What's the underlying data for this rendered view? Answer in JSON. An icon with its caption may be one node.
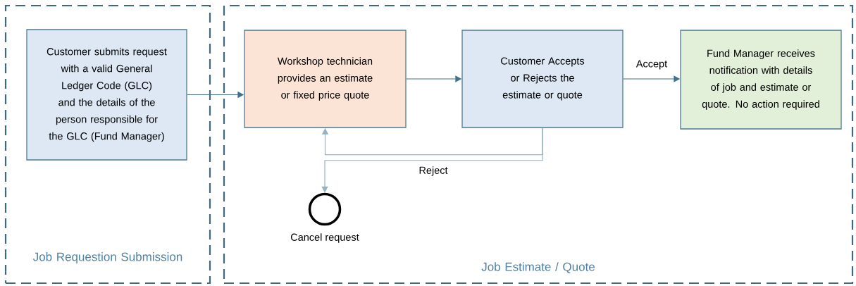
{
  "diagram": {
    "nodes": [
      {
        "text": [
          "Job Requestion Submission"
        ]
      },
      {
        "text": [
          "Job Estimate / Quote"
        ]
      },
      {
        "text": [
          "Customer submits request with a valid General Ledger Code (GLC) and the details of the person responsible for the GLC (Fund Manager)"
        ],
        "in": 0
      },
      {
        "text": [
          "Workshop technician provides an estimate or fixed price quote"
        ],
        "in": 1
      },
      {
        "text": [
          "Customer Accepts or Rejects the estimate or quote"
        ],
        "in": 1
      },
      {
        "text": [
          "Fund Manager receives notification with details of job and estimate or quote. No action required"
        ],
        "in": 1
      },
      {
        "text": [],
        "shape": "circle",
        "beside": [
          "Cancel request"
        ],
        "in": 1
      }
    ],
    "edges": [
      {
        "from": 2,
        "to": 3,
        "arrow": "to"
      },
      {
        "from": 3,
        "to": 4,
        "arrow": "to"
      },
      {
        "from": 4,
        "to": 5,
        "arrow": "to",
        "label": "Accept"
      },
      {
        "from": 4,
        "to": 3,
        "arrow": "to",
        "color": "#93b3c2"
      },
      {
        "from": 4,
        "to": 6,
        "arrow": "to",
        "label": "Reject",
        "color": "#93b3c2"
      }
    ]
  }
}
